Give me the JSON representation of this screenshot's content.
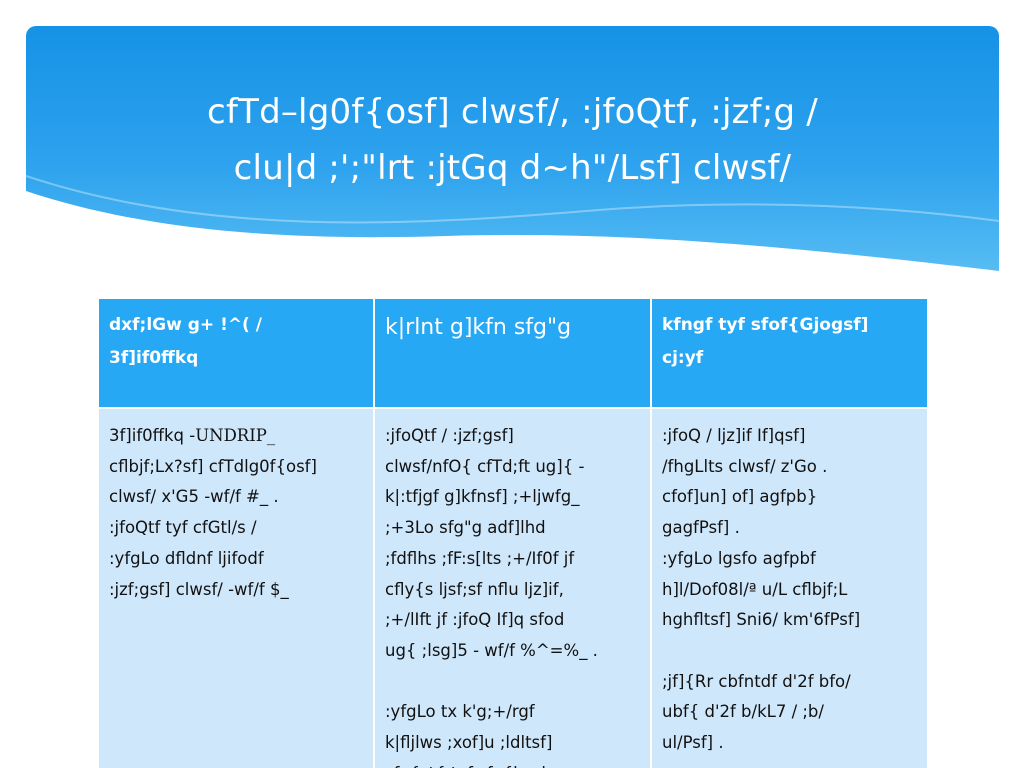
{
  "title": {
    "line1": "cfTd–lg0f{osf] clwsf/, :jfoQtf, :jzf;g /",
    "line2": "clu|d ;';\"lrt :jtGq d~h\"/Lsf] clwsf/"
  },
  "table": {
    "headers": [
      {
        "line1": "dxf;lGw g+ !^( /",
        "line2": "3f]if0ffkq"
      },
      {
        "line1": "k|rlnt g]kfn sfg\"g",
        "line2": ""
      },
      {
        "line1": "kfngf tyf sfof{Gjogsf]",
        "line2": "cj:yf"
      }
    ],
    "cell1": {
      "first_prefix": "3f]if0ffkq -",
      "first_serif": "UNDRIP_",
      "lines": [
        "cflbjf;Lx?sf] cfTdlg0f{osf]",
        "clwsf/ x'G5 -wf/f #_ .",
        ":jfoQtf tyf cfGtl/s /",
        ":yfgLo dfldnf ljifodf",
        ":jzf;gsf] clwsf/ -wf/f $_"
      ]
    },
    "cell2": {
      "para1": [
        ":jfoQtf / :jzf;gsf]",
        "clwsf/nfO{ cfTd;ft ug]{ -",
        "k|:tfjgf g]kfnsf] ;+ljwfg_",
        ";+3Lo sfg\"g adf]lhd",
        ";fdflhs ;fF:s[lts ;+/If0f jf",
        "cfly{s ljsf;sf nflu ljz]if,",
        ";+/lIft jf :jfoQ If]q sfod",
        "ug{ ;lsg]5 - wf/f %^=%_ ."
      ],
      "para2": [
        ":yfgLo tx k'g;+/rgf",
        "k|fljlws ;xof]u ;ldltsf]",
        "sfo{zt{ tyf sfo{lawl"
      ]
    },
    "cell3": {
      "para1": [
        ":jfoQ / ljz]if If]qsf]",
        "/fhgLlts clwsf/ z'Go .",
        "cfof]un] of] agfpb}",
        "gagfPsf] .",
        ":yfgLo lgsfo agfpbf",
        "h]l/Dof08l/ª u/L cflbjf;L",
        "hghfltsf] Sni6/ km'6fPsf]"
      ],
      "para2": [
        ";jf]{Rr cbfntdf d'2f bfo/",
        "ubf{ d'2f b/kL7 / ;b/",
        "ul/Psf] ."
      ]
    }
  }
}
